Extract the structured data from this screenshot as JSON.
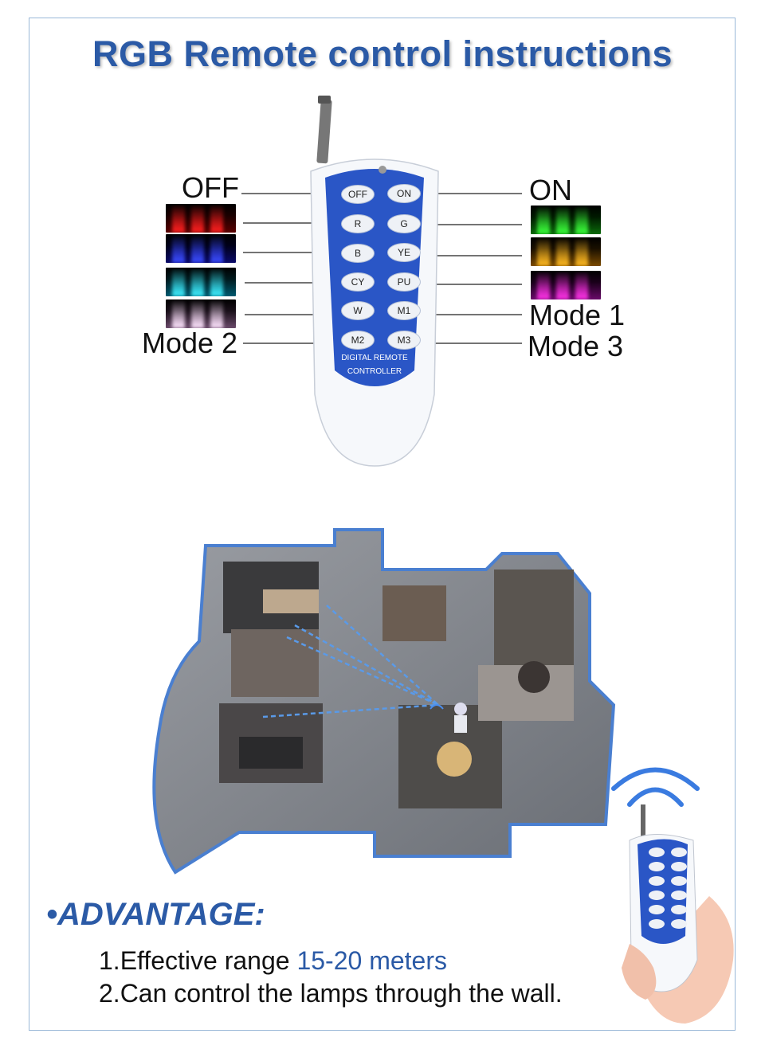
{
  "title": "RGB Remote control instructions",
  "remote": {
    "brand_line1": "DIGITAL REMOTE",
    "brand_line2": "CONTROLLER",
    "buttons": [
      "OFF",
      "ON",
      "R",
      "G",
      "B",
      "YE",
      "CY",
      "PU",
      "W",
      "M1",
      "M2",
      "M3"
    ]
  },
  "labels": {
    "off": "OFF",
    "on": "ON",
    "mode1": "Mode 1",
    "mode2": "Mode 2",
    "mode3": "Mode 3"
  },
  "swatch_colors": {
    "red": "#ff2020",
    "blue": "#2a3cff",
    "cyan": "#2fe0ff",
    "white": "#ffe6ff",
    "green": "#3cff3c",
    "yellow": "#ffbb22",
    "purple": "#ff33e6"
  },
  "advantage": {
    "heading": "ADVANTAGE:",
    "item1_prefix": "1.Effective range ",
    "item1_highlight": "15-20 meters",
    "item2": "2.Can control the lamps through the wall."
  },
  "colors": {
    "accent": "#2b5aa6",
    "remote_blue": "#2a56c6"
  }
}
